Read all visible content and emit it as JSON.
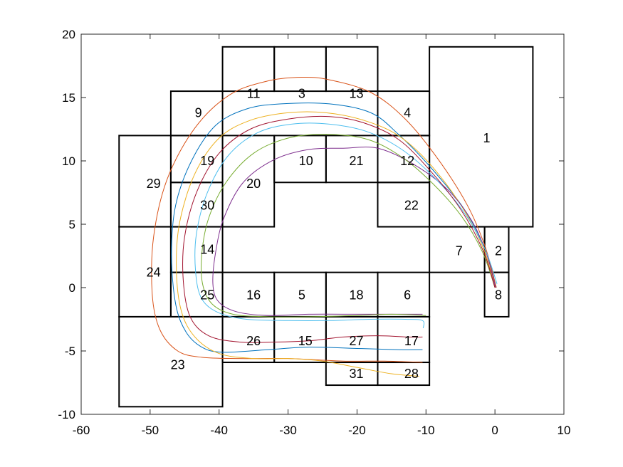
{
  "chart_data": {
    "type": "line",
    "xlim": [
      -60,
      10
    ],
    "ylim": [
      -10,
      20
    ],
    "xticks": [
      -60,
      -50,
      -40,
      -30,
      -20,
      -10,
      0,
      10
    ],
    "yticks": [
      -10,
      -5,
      0,
      5,
      10,
      15,
      20
    ],
    "xtick_labels": [
      "-60",
      "-50",
      "-40",
      "-30",
      "-20",
      "-10",
      "0",
      "10"
    ],
    "ytick_labels": [
      "-10",
      "-5",
      "0",
      "5",
      "10",
      "15",
      "20"
    ],
    "grid": false,
    "cells": [
      {
        "label": "1",
        "x0": -9.5,
        "x1": 5.5,
        "y0": 4.8,
        "y1": 19.0
      },
      {
        "label": "2",
        "x0": -1.5,
        "x1": 2.0,
        "y0": 1.2,
        "y1": 4.8
      },
      {
        "label": "3",
        "x0": -32.0,
        "x1": -24.5,
        "y0": 15.5,
        "y1": 19.0
      },
      {
        "label": "4",
        "x0": -17.0,
        "x1": -9.5,
        "y0": 12.0,
        "y1": 15.5
      },
      {
        "label": "5",
        "x0": -32.0,
        "x1": -24.5,
        "y0": -2.3,
        "y1": 1.2
      },
      {
        "label": "6",
        "x0": -17.0,
        "x1": -9.5,
        "y0": -2.3,
        "y1": 1.2
      },
      {
        "label": "7",
        "x0": -9.5,
        "x1": -1.5,
        "y0": 1.2,
        "y1": 4.8
      },
      {
        "label": "8",
        "x0": -1.5,
        "x1": 2.0,
        "y0": -2.3,
        "y1": 1.2
      },
      {
        "label": "9",
        "x0": -47.0,
        "x1": -39.5,
        "y0": 12.0,
        "y1": 15.5
      },
      {
        "label": "10",
        "x0": -32.0,
        "x1": -24.5,
        "y0": 8.3,
        "y1": 12.0
      },
      {
        "label": "11",
        "x0": -39.5,
        "x1": -32.0,
        "y0": 15.5,
        "y1": 19.0
      },
      {
        "label": "12",
        "x0": -17.0,
        "x1": -9.5,
        "y0": 8.3,
        "y1": 12.0
      },
      {
        "label": "13",
        "x0": -24.5,
        "x1": -17.0,
        "y0": 15.5,
        "y1": 19.0
      },
      {
        "label": "14",
        "x0": -47.0,
        "x1": -39.5,
        "y0": 1.2,
        "y1": 4.8
      },
      {
        "label": "15",
        "x0": -32.0,
        "x1": -24.5,
        "y0": -5.9,
        "y1": -2.3
      },
      {
        "label": "16",
        "x0": -39.5,
        "x1": -32.0,
        "y0": -2.3,
        "y1": 1.2
      },
      {
        "label": "17",
        "x0": -17.0,
        "x1": -9.5,
        "y0": -5.9,
        "y1": -2.3
      },
      {
        "label": "18",
        "x0": -24.5,
        "x1": -17.0,
        "y0": -2.3,
        "y1": 1.2
      },
      {
        "label": "19",
        "x0": -47.0,
        "x1": -39.5,
        "y0": 8.3,
        "y1": 12.0
      },
      {
        "label": "20",
        "x0": -39.5,
        "x1": -32.0,
        "y0": 4.8,
        "y1": 12.0
      },
      {
        "label": "21",
        "x0": -24.5,
        "x1": -17.0,
        "y0": 8.3,
        "y1": 12.0
      },
      {
        "label": "22",
        "x0": -17.0,
        "x1": -9.5,
        "y0": 4.8,
        "y1": 8.3
      },
      {
        "label": "23",
        "x0": -54.5,
        "x1": -39.5,
        "y0": -9.4,
        "y1": -2.3
      },
      {
        "label": "24",
        "x0": -54.5,
        "x1": -47.0,
        "y0": -2.3,
        "y1": 4.8
      },
      {
        "label": "25",
        "x0": -47.0,
        "x1": -39.5,
        "y0": -2.3,
        "y1": 1.2
      },
      {
        "label": "26",
        "x0": -39.5,
        "x1": -32.0,
        "y0": -5.9,
        "y1": -2.3
      },
      {
        "label": "27",
        "x0": -24.5,
        "x1": -17.0,
        "y0": -5.9,
        "y1": -2.3
      },
      {
        "label": "28",
        "x0": -17.0,
        "x1": -9.5,
        "y0": -7.7,
        "y1": -5.9
      },
      {
        "label": "29",
        "x0": -54.5,
        "x1": -47.0,
        "y0": 4.8,
        "y1": 12.0
      },
      {
        "label": "30",
        "x0": -47.0,
        "x1": -39.5,
        "y0": 4.8,
        "y1": 8.3
      },
      {
        "label": "31",
        "x0": -24.5,
        "x1": -17.0,
        "y0": -7.7,
        "y1": -5.9
      }
    ],
    "label_positions": {
      "1": [
        -1.2,
        11.8
      ],
      "2": [
        0.5,
        2.9
      ],
      "3": [
        -28.0,
        15.3
      ],
      "4": [
        -12.7,
        13.8
      ],
      "5": [
        -28.0,
        -0.6
      ],
      "6": [
        -12.7,
        -0.6
      ],
      "7": [
        -5.2,
        2.9
      ],
      "8": [
        0.5,
        -0.6
      ],
      "9": [
        -43.0,
        13.8
      ],
      "10": [
        -27.4,
        10.0
      ],
      "11": [
        -35.0,
        15.3
      ],
      "12": [
        -12.7,
        10.0
      ],
      "13": [
        -20.1,
        15.3
      ],
      "14": [
        -41.7,
        3.0
      ],
      "15": [
        -27.5,
        -4.2
      ],
      "16": [
        -35.0,
        -0.6
      ],
      "17": [
        -12.1,
        -4.2
      ],
      "18": [
        -20.1,
        -0.6
      ],
      "19": [
        -41.7,
        10.0
      ],
      "20": [
        -35.0,
        8.2
      ],
      "21": [
        -20.1,
        10.0
      ],
      "22": [
        -12.1,
        6.5
      ],
      "23": [
        -46.0,
        -6.1
      ],
      "24": [
        -49.5,
        1.2
      ],
      "25": [
        -41.7,
        -0.6
      ],
      "26": [
        -35.0,
        -4.2
      ],
      "27": [
        -20.1,
        -4.2
      ],
      "28": [
        -12.1,
        -6.8
      ],
      "29": [
        -49.5,
        8.2
      ],
      "30": [
        -41.7,
        6.5
      ],
      "31": [
        -20.1,
        -6.8
      ]
    },
    "series": [
      {
        "color": "#0072BD",
        "points": [
          [
            0.2,
            0.0
          ],
          [
            -1.4,
            3.0
          ],
          [
            -4.6,
            6.3
          ],
          [
            -9.5,
            9.6
          ],
          [
            -14.0,
            12.1
          ],
          [
            -18.0,
            13.8
          ],
          [
            -24.0,
            14.5
          ],
          [
            -31.0,
            14.5
          ],
          [
            -36.0,
            14.1
          ],
          [
            -40.5,
            12.8
          ],
          [
            -44.0,
            10.0
          ],
          [
            -46.3,
            6.5
          ],
          [
            -46.9,
            2.6
          ],
          [
            -46.3,
            -1.3
          ],
          [
            -44.8,
            -3.5
          ],
          [
            -42.5,
            -4.7
          ],
          [
            -39.5,
            -5.1
          ],
          [
            -33.0,
            -4.9
          ],
          [
            -27.0,
            -4.7
          ],
          [
            -20.0,
            -4.8
          ],
          [
            -14.0,
            -4.9
          ],
          [
            -10.5,
            -4.9
          ]
        ]
      },
      {
        "color": "#D95319",
        "points": [
          [
            0.2,
            0.0
          ],
          [
            -1.4,
            3.2
          ],
          [
            -4.0,
            6.5
          ],
          [
            -8.2,
            10.1
          ],
          [
            -13.0,
            13.3
          ],
          [
            -18.0,
            15.4
          ],
          [
            -24.0,
            16.4
          ],
          [
            -28.0,
            16.6
          ],
          [
            -33.0,
            16.3
          ],
          [
            -38.5,
            15.2
          ],
          [
            -43.5,
            12.6
          ],
          [
            -47.5,
            8.6
          ],
          [
            -49.5,
            4.0
          ],
          [
            -49.7,
            -0.5
          ],
          [
            -48.6,
            -3.3
          ],
          [
            -46.0,
            -5.0
          ],
          [
            -42.5,
            -5.5
          ],
          [
            -37.0,
            -5.6
          ],
          [
            -30.0,
            -5.6
          ],
          [
            -22.0,
            -5.8
          ],
          [
            -16.0,
            -5.8
          ],
          [
            -10.5,
            -5.9
          ]
        ]
      },
      {
        "color": "#EDB120",
        "points": [
          [
            0.0,
            0.0
          ],
          [
            -1.6,
            3.0
          ],
          [
            -4.8,
            6.4
          ],
          [
            -9.5,
            9.8
          ],
          [
            -14.0,
            12.0
          ],
          [
            -19.0,
            13.2
          ],
          [
            -24.5,
            13.8
          ],
          [
            -30.0,
            13.8
          ],
          [
            -35.5,
            13.2
          ],
          [
            -40.0,
            11.8
          ],
          [
            -43.5,
            9.0
          ],
          [
            -45.7,
            5.2
          ],
          [
            -46.2,
            1.6
          ],
          [
            -45.5,
            -1.8
          ],
          [
            -43.5,
            -3.9
          ],
          [
            -40.0,
            -5.2
          ],
          [
            -35.0,
            -5.6
          ],
          [
            -30.0,
            -5.6
          ],
          [
            -25.0,
            -5.8
          ],
          [
            -20.0,
            -6.3
          ],
          [
            -15.0,
            -6.8
          ],
          [
            -11.0,
            -7.0
          ]
        ]
      },
      {
        "color": "#7E2F8E",
        "points": [
          [
            0.1,
            0.0
          ],
          [
            -1.3,
            2.8
          ],
          [
            -3.5,
            5.4
          ],
          [
            -7.0,
            7.8
          ],
          [
            -12.0,
            9.8
          ],
          [
            -17.0,
            11.0
          ],
          [
            -22.0,
            11.0
          ],
          [
            -27.0,
            10.9
          ],
          [
            -32.0,
            10.1
          ],
          [
            -36.5,
            8.3
          ],
          [
            -39.3,
            5.5
          ],
          [
            -40.5,
            2.8
          ],
          [
            -40.9,
            0.3
          ],
          [
            -40.1,
            -1.1
          ],
          [
            -37.5,
            -1.9
          ],
          [
            -33.0,
            -2.2
          ],
          [
            -27.0,
            -2.1
          ],
          [
            -20.0,
            -2.1
          ],
          [
            -15.0,
            -2.1
          ],
          [
            -10.5,
            -2.1
          ]
        ]
      },
      {
        "color": "#77AC30",
        "points": [
          [
            0.0,
            0.0
          ],
          [
            -1.8,
            2.8
          ],
          [
            -4.8,
            5.6
          ],
          [
            -9.0,
            8.2
          ],
          [
            -13.5,
            10.3
          ],
          [
            -18.5,
            11.7
          ],
          [
            -24.5,
            12.1
          ],
          [
            -30.0,
            11.8
          ],
          [
            -35.0,
            10.6
          ],
          [
            -39.0,
            8.3
          ],
          [
            -41.5,
            5.5
          ],
          [
            -42.5,
            2.7
          ],
          [
            -42.4,
            0.3
          ],
          [
            -41.0,
            -1.3
          ],
          [
            -38.0,
            -2.1
          ],
          [
            -33.0,
            -2.3
          ],
          [
            -27.0,
            -2.3
          ],
          [
            -20.0,
            -2.2
          ],
          [
            -15.0,
            -2.1
          ],
          [
            -10.0,
            -2.2
          ]
        ]
      },
      {
        "color": "#4DBEEE",
        "points": [
          [
            0.3,
            0.3
          ],
          [
            -1.5,
            3.1
          ],
          [
            -4.7,
            6.1
          ],
          [
            -9.0,
            8.8
          ],
          [
            -13.5,
            10.9
          ],
          [
            -18.5,
            12.3
          ],
          [
            -24.0,
            12.9
          ],
          [
            -29.5,
            12.9
          ],
          [
            -34.5,
            12.2
          ],
          [
            -38.7,
            10.4
          ],
          [
            -41.7,
            7.5
          ],
          [
            -43.3,
            4.2
          ],
          [
            -43.4,
            1.2
          ],
          [
            -42.5,
            -0.9
          ],
          [
            -40.0,
            -2.0
          ],
          [
            -36.0,
            -2.5
          ],
          [
            -30.0,
            -2.6
          ],
          [
            -24.0,
            -2.6
          ],
          [
            -18.0,
            -2.5
          ],
          [
            -13.0,
            -2.5
          ],
          [
            -10.5,
            -2.6
          ],
          [
            -10.4,
            -3.2
          ]
        ]
      },
      {
        "color": "#A2142F",
        "points": [
          [
            0.0,
            0.0
          ],
          [
            -1.7,
            2.9
          ],
          [
            -5.0,
            6.2
          ],
          [
            -9.5,
            9.3
          ],
          [
            -14.0,
            11.7
          ],
          [
            -19.0,
            13.0
          ],
          [
            -24.0,
            13.5
          ],
          [
            -30.0,
            13.3
          ],
          [
            -35.5,
            12.5
          ],
          [
            -40.0,
            10.6
          ],
          [
            -43.2,
            7.6
          ],
          [
            -45.0,
            4.0
          ],
          [
            -45.2,
            0.6
          ],
          [
            -44.2,
            -2.3
          ],
          [
            -41.5,
            -3.8
          ],
          [
            -37.0,
            -4.3
          ],
          [
            -32.0,
            -4.3
          ],
          [
            -27.0,
            -4.2
          ],
          [
            -22.0,
            -3.9
          ],
          [
            -17.0,
            -3.8
          ],
          [
            -12.5,
            -3.9
          ],
          [
            -10.5,
            -3.9
          ]
        ]
      }
    ]
  }
}
